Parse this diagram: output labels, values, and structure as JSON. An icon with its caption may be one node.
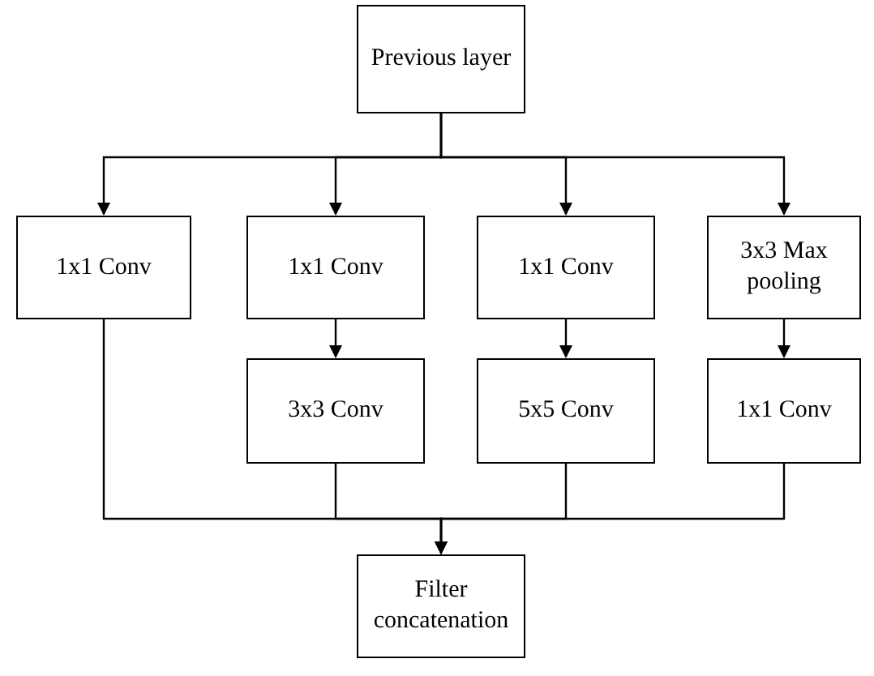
{
  "diagram": {
    "nodes": [
      {
        "text": [
          "Previous layer"
        ]
      },
      {
        "text": [
          "1x1 Conv"
        ]
      },
      {
        "text": [
          "1x1 Conv"
        ]
      },
      {
        "text": [
          "1x1 Conv"
        ]
      },
      {
        "text": [
          "3x3 Max pooling"
        ]
      },
      {
        "text": [
          "3x3 Conv"
        ]
      },
      {
        "text": [
          "5x5 Conv"
        ]
      },
      {
        "text": [
          "1x1 Conv"
        ]
      },
      {
        "text": [
          "Filter concatenation"
        ]
      }
    ],
    "edges": [
      {
        "from": 0,
        "to": 1,
        "arrow": "to"
      },
      {
        "from": 0,
        "to": 2,
        "arrow": "to"
      },
      {
        "from": 0,
        "to": 3,
        "arrow": "to"
      },
      {
        "from": 0,
        "to": 4,
        "arrow": "to"
      },
      {
        "from": 2,
        "to": 5,
        "arrow": "to"
      },
      {
        "from": 3,
        "to": 6,
        "arrow": "to"
      },
      {
        "from": 4,
        "to": 7,
        "arrow": "to"
      },
      {
        "from": 1,
        "to": 8,
        "arrow": "to"
      },
      {
        "from": 5,
        "to": 8,
        "arrow": "to"
      },
      {
        "from": 6,
        "to": 8,
        "arrow": "to"
      },
      {
        "from": 7,
        "to": 8,
        "arrow": "to"
      }
    ]
  }
}
